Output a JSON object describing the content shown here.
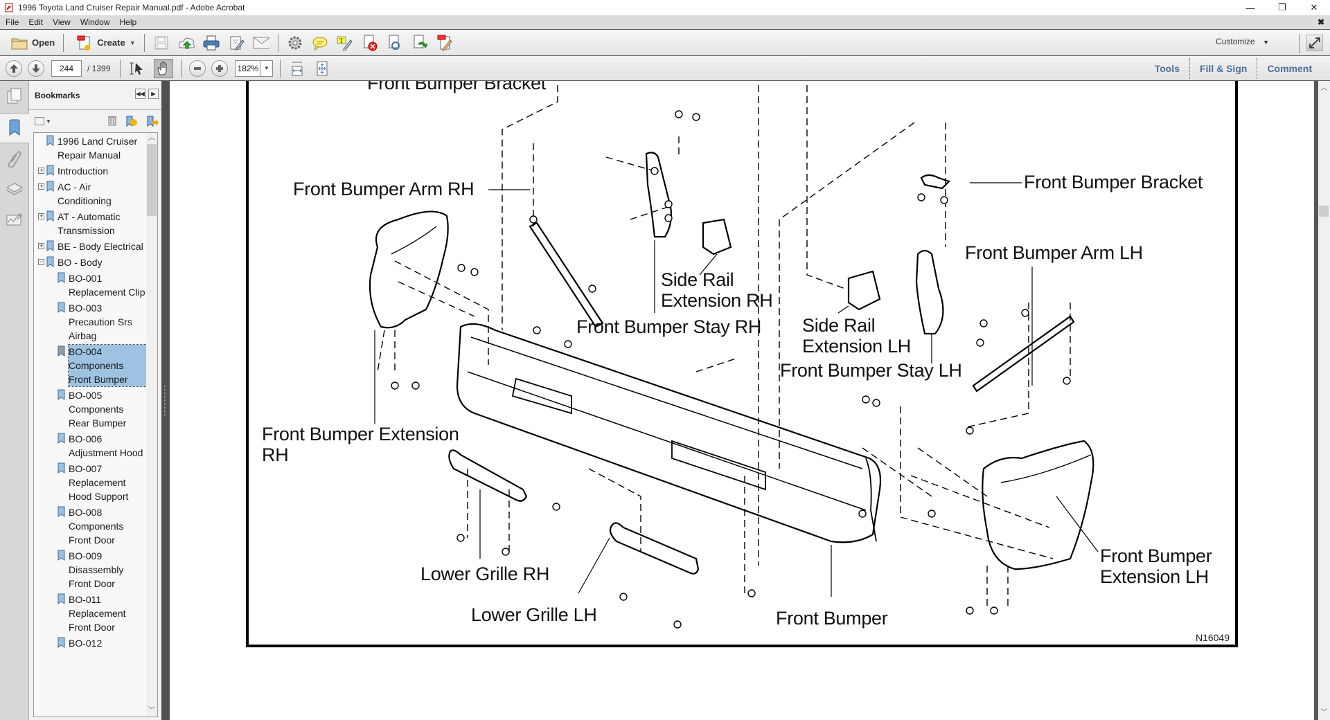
{
  "window": {
    "title": "1996 Toyota Land Cruiser Repair Manual.pdf - Adobe Acrobat",
    "controls": {
      "minimize": "—",
      "restore": "❐",
      "close": "✕"
    }
  },
  "menubar": {
    "items": [
      {
        "label": "File",
        "access": "F"
      },
      {
        "label": "Edit",
        "access": "E"
      },
      {
        "label": "View",
        "access": "V"
      },
      {
        "label": "Window",
        "access": "W"
      },
      {
        "label": "Help",
        "access": "H"
      }
    ],
    "close_doc": "✖"
  },
  "toolbar": {
    "open_label": "Open",
    "create_label": "Create",
    "customize_label": "Customize",
    "icons": [
      "save-icon",
      "cloud-upload-icon",
      "print-icon",
      "edit-document-icon",
      "email-icon",
      "gear-icon",
      "comment-bubble-icon",
      "highlight-text-icon",
      "delete-page-icon",
      "rotate-page-icon",
      "export-pdf-icon",
      "sign-document-icon"
    ]
  },
  "navbar": {
    "current_page": "244",
    "total_pages": "/ 1399",
    "zoom": "182%",
    "panes": [
      "Tools",
      "Fill & Sign",
      "Comment"
    ]
  },
  "sidebar": {
    "title": "Bookmarks",
    "bookmarks": [
      {
        "label": "1996 Land Cruiser Repair Manual",
        "level": 0,
        "expander": ""
      },
      {
        "label": "Introduction",
        "level": 0,
        "expander": "+"
      },
      {
        "label": "AC - Air Conditioning",
        "level": 0,
        "expander": "+"
      },
      {
        "label": "AT - Automatic Transmission",
        "level": 0,
        "expander": "+"
      },
      {
        "label": "BE - Body Electrical",
        "level": 0,
        "expander": "+"
      },
      {
        "label": "BO - Body",
        "level": 0,
        "expander": "−"
      },
      {
        "label": "BO-001 Replacement Clip",
        "level": 1,
        "expander": ""
      },
      {
        "label": "BO-003 Precaution Srs Airbag",
        "level": 1,
        "expander": ""
      },
      {
        "label": "BO-004 Components Front Bumper",
        "level": 1,
        "expander": "",
        "selected": true
      },
      {
        "label": "BO-005 Components Rear Bumper",
        "level": 1,
        "expander": ""
      },
      {
        "label": "BO-006 Adjustment Hood",
        "level": 1,
        "expander": ""
      },
      {
        "label": "BO-007 Replacement Hood Support",
        "level": 1,
        "expander": ""
      },
      {
        "label": "BO-008 Components Front Door",
        "level": 1,
        "expander": ""
      },
      {
        "label": "BO-009 Disassembly Front Door",
        "level": 1,
        "expander": ""
      },
      {
        "label": "BO-011 Replacement Front Door",
        "level": 1,
        "expander": ""
      },
      {
        "label": "BO-012",
        "level": 1,
        "expander": ""
      }
    ]
  },
  "document": {
    "figure_id": "N16049",
    "labels": {
      "bracket_top": "Front Bumper Bracket",
      "arm_rh": "Front Bumper Arm RH",
      "bracket": "Front Bumper Bracket",
      "arm_lh": "Front Bumper Arm LH",
      "side_rail_rh": "Side Rail\nExtension RH",
      "stay_rh": "Front Bumper Stay RH",
      "side_rail_lh": "Side Rail\nExtension LH",
      "stay_lh": "Front Bumper Stay LH",
      "ext_rh": "Front Bumper Extension\nRH",
      "grille_rh": "Lower Grille RH",
      "grille_lh": "Lower Grille LH",
      "bumper": "Front Bumper",
      "ext_lh": "Front Bumper\nExtension LH"
    }
  }
}
